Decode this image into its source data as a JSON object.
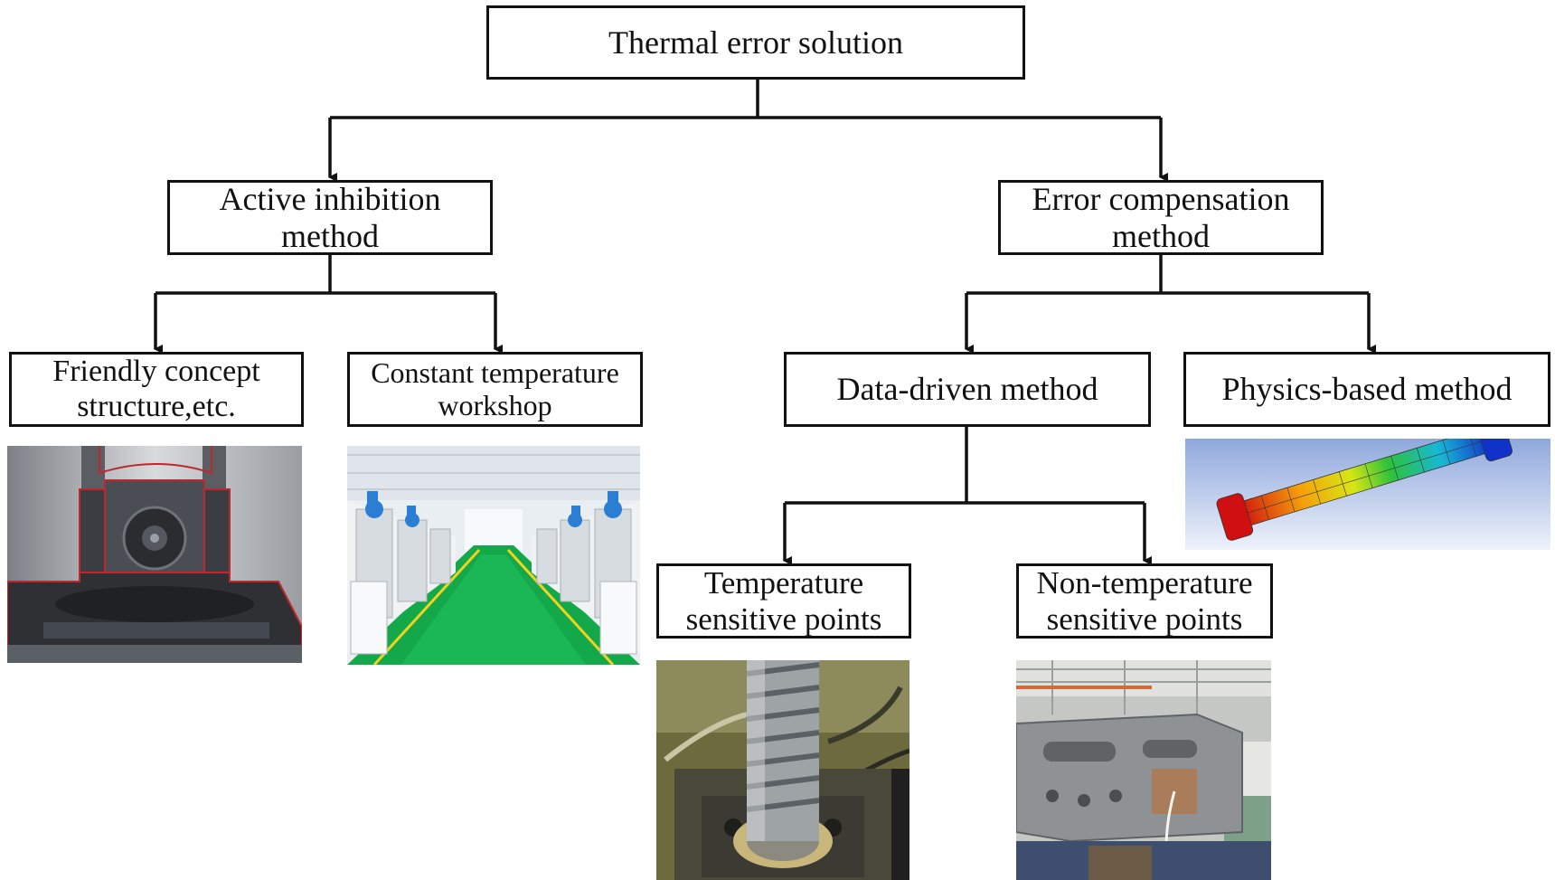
{
  "nodes": {
    "root": "Thermal error solution",
    "active": "Active inhibition\nmethod",
    "compensation": "Error compensation\nmethod",
    "friendly": "Friendly concept\nstructure,etc.",
    "constant": "Constant temperature\nworkshop",
    "data_driven": "Data-driven method",
    "physics": "Physics-based method",
    "temp_points": "Temperature\nsensitive points",
    "nontemp_points": "Non-temperature\nsensitive points"
  },
  "images": {
    "friendly": "machine-tool-structure-photo",
    "constant": "workshop-corridor-photo",
    "physics": "fea-ballscrew-model",
    "temp_points": "ballscrew-closeup-photo",
    "nontemp_points": "machine-part-sensor-photo"
  },
  "colors": {
    "line": "#111111",
    "floor": "#13a84a",
    "robot": "#2a7fd4"
  }
}
